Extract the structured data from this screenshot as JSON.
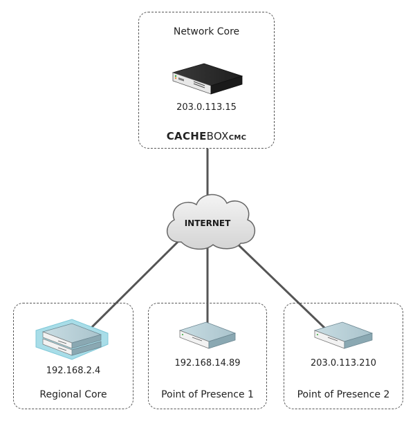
{
  "groups": {
    "network_core": {
      "label": "Network Core",
      "ip": "203.0.113.15"
    },
    "regional_core": {
      "label": "Regional Core",
      "ip": "192.168.2.4"
    },
    "pop1": {
      "label": "Point of Presence 1",
      "ip": "192.168.14.89"
    },
    "pop2": {
      "label": "Point of Presence 2",
      "ip": "203.0.113.210"
    }
  },
  "brand": {
    "bold": "CACHE",
    "regular": "BOX",
    "small": "CMC"
  },
  "cloud": {
    "label": "INTERNET"
  },
  "colors": {
    "link": "#555555",
    "cloud_fill": "#e6e6e6",
    "appliance_dark": "#2c2c2c",
    "appliance_light": "#b9d2da",
    "highlight": "#a8dde8"
  }
}
